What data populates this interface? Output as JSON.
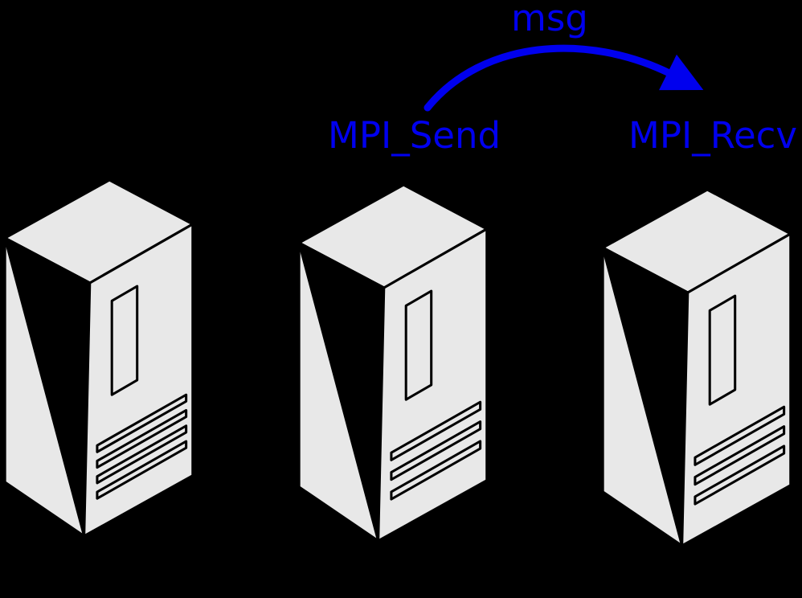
{
  "colors": {
    "background": "#000000",
    "accent": "#0000ee",
    "tower-fill": "#e8e8e8",
    "tower-line": "#000000"
  },
  "labels": {
    "msg": "msg",
    "mpi_send": "MPI_Send",
    "mpi_recv": "MPI_Recv"
  },
  "icons": [
    {
      "name": "computer-tower-left"
    },
    {
      "name": "computer-tower-middle"
    },
    {
      "name": "computer-tower-right"
    },
    {
      "name": "message-arrow"
    }
  ]
}
